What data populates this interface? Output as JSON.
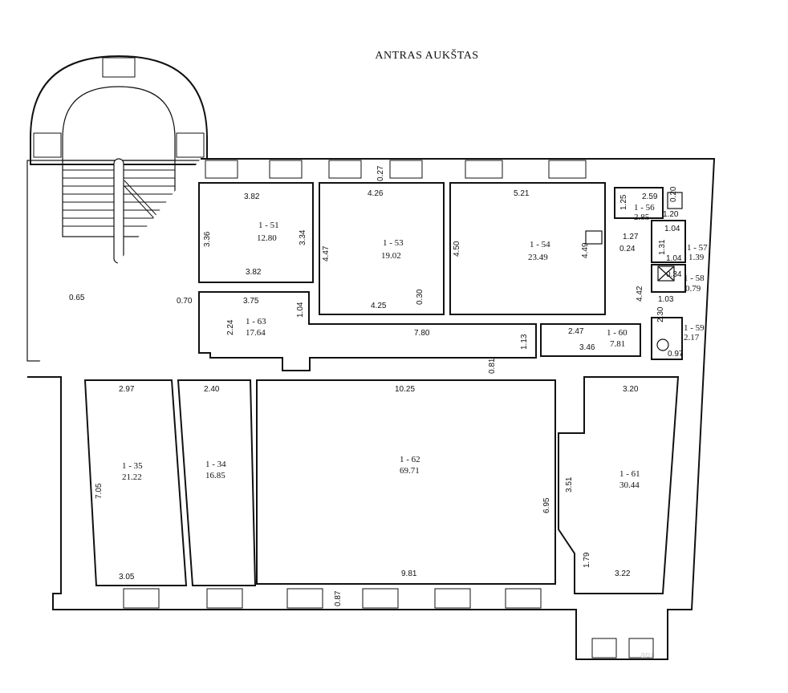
{
  "plan": {
    "title": "ANTRAS AUKŠTAS",
    "rooms": [
      {
        "id": "1 - 51",
        "area": "12.80"
      },
      {
        "id": "1 - 53",
        "area": "19.02"
      },
      {
        "id": "1 - 54",
        "area": "23.49"
      },
      {
        "id": "1 - 56",
        "area": "2.85"
      },
      {
        "id": "1 - 57",
        "area": "1.39"
      },
      {
        "id": "1 - 58",
        "area": "0.79"
      },
      {
        "id": "1 - 59",
        "area": "2.17"
      },
      {
        "id": "1 - 60",
        "area": "7.81"
      },
      {
        "id": "1 - 63",
        "area": "17.64"
      },
      {
        "id": "1 - 35",
        "area": "21.22"
      },
      {
        "id": "1 - 34",
        "area": "16.85"
      },
      {
        "id": "1 - 62",
        "area": "69.71"
      },
      {
        "id": "1 - 61",
        "area": "30.44"
      }
    ],
    "dimensions": [
      "3.82",
      "3.36",
      "3.34",
      "3.82",
      "4.26",
      "4.47",
      "4.50",
      "4.25",
      "0.30",
      "0.27",
      "5.21",
      "4.49",
      "1.25",
      "2.59",
      "1.20",
      "1.04",
      "1.27",
      "0.24",
      "1.31",
      "1.04",
      "0.34",
      "4.42",
      "1.03",
      "2.30",
      "0.97",
      "3.75",
      "1.04",
      "2.24",
      "7.80",
      "1.13",
      "2.47",
      "3.46",
      "0.81",
      "0.65",
      "0.70",
      "2.97",
      "2.40",
      "10.25",
      "3.20",
      "7.05",
      "6.95",
      "3.51",
      "1.79",
      "3.05",
      "9.81",
      "0.87",
      "3.22",
      "0.20"
    ],
    "watermark": "aru"
  }
}
